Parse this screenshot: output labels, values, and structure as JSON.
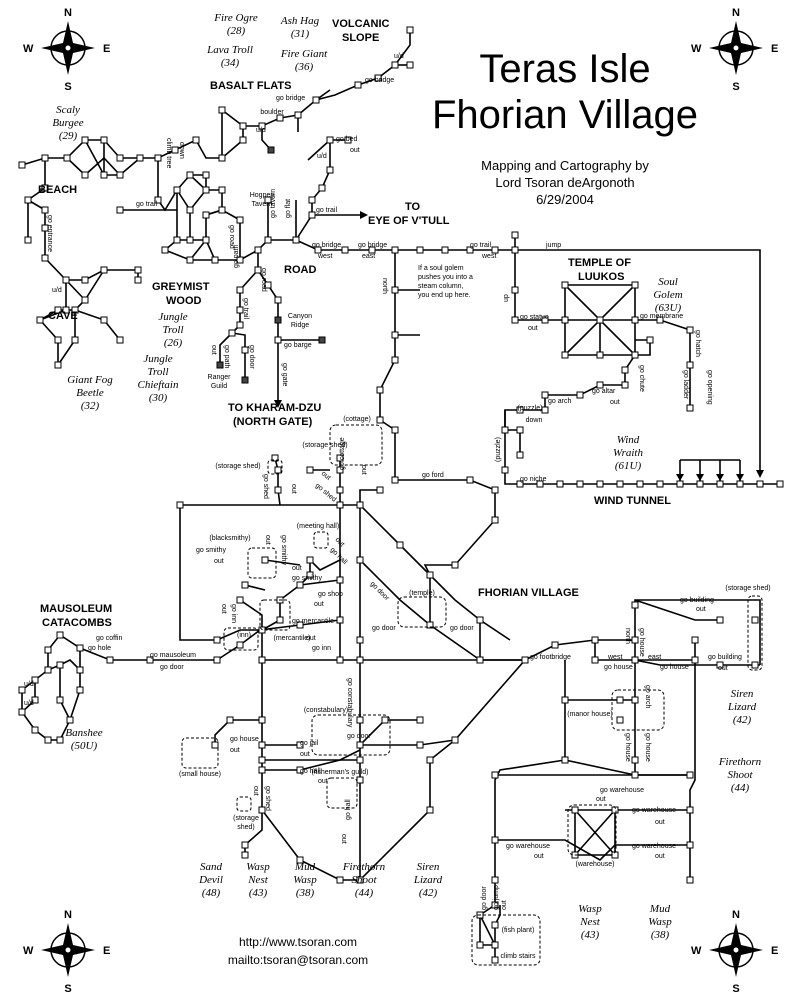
{
  "title": {
    "line1": "Teras Isle",
    "line2": "Fhorian Village"
  },
  "credits": {
    "line1": "Mapping and Cartography by",
    "line2": "Lord Tsoran deArgonoth",
    "date": "6/29/2004"
  },
  "footer": {
    "url": "http://www.tsoran.com",
    "mail": "mailto:tsoran@tsoran.com"
  },
  "compass": {
    "n": "N",
    "s": "S",
    "e": "E",
    "w": "W"
  },
  "colors": {
    "ink": "#000000",
    "paper": "#ffffff"
  },
  "areas": {
    "volcanic_1": "VOLCANIC",
    "volcanic_2": "SLOPE",
    "basalt": "BASALT FLATS",
    "beach": "BEACH",
    "cave": "CAVE",
    "greymist_1": "GREYMIST",
    "greymist_2": "WOOD",
    "road": "ROAD",
    "to_eye_1": "TO",
    "to_eye_2": "EYE OF V'TULL",
    "kharam_1": "TO KHARAM-DZU",
    "kharam_2": "(NORTH GATE)",
    "temple_1": "TEMPLE OF",
    "temple_2": "LUUKOS",
    "wind_tunnel": "WIND TUNNEL",
    "fhorian": "FHORIAN VILLAGE",
    "mausoleum_1": "MAUSOLEUM",
    "mausoleum_2": "CATACOMBS"
  },
  "mobs": {
    "fire_ogre_1": "Fire Ogre",
    "fire_ogre_2": "(28)",
    "ash_hag_1": "Ash Hag",
    "ash_hag_2": "(31)",
    "lava_troll_1": "Lava Troll",
    "lava_troll_2": "(34)",
    "fire_giant_1": "Fire Giant",
    "fire_giant_2": "(36)",
    "scaly_1": "Scaly",
    "scaly_2": "Burgee",
    "scaly_3": "(29)",
    "jungle_troll_1": "Jungle",
    "jungle_troll_2": "Troll",
    "jungle_troll_3": "(26)",
    "chieftain_1": "Jungle",
    "chieftain_2": "Troll",
    "chieftain_3": "Chieftain",
    "chieftain_4": "(30)",
    "fog_beetle_1": "Giant Fog",
    "fog_beetle_2": "Beetle",
    "fog_beetle_3": "(32)",
    "soul_golem_1": "Soul",
    "soul_golem_2": "Golem",
    "soul_golem_3": "(63U)",
    "wind_wraith_1": "Wind",
    "wind_wraith_2": "Wraith",
    "wind_wraith_3": "(61U)",
    "siren_1": "Siren",
    "siren_2": "Lizard",
    "siren_3": "(42)",
    "firethorn_r_1": "Firethorn",
    "firethorn_r_2": "Shoot",
    "firethorn_r_3": "(44)",
    "banshee_1": "Banshee",
    "banshee_2": "(50U)",
    "sand_devil_1": "Sand",
    "sand_devil_2": "Devil",
    "sand_devil_3": "(48)",
    "wasp_nest_b_1": "Wasp",
    "wasp_nest_b_2": "Nest",
    "wasp_nest_b_3": "(43)",
    "mud_wasp_b_1": "Mud",
    "mud_wasp_b_2": "Wasp",
    "mud_wasp_b_3": "(38)",
    "firethorn_b_1": "Firethorn",
    "firethorn_b_2": "Shoot",
    "firethorn_b_3": "(44)",
    "siren_b_1": "Siren",
    "siren_b_2": "Lizard",
    "siren_b_3": "(42)",
    "wasp_nest_r_1": "Wasp",
    "wasp_nest_r_2": "Nest",
    "wasp_nest_r_3": "(43)",
    "mud_wasp_r_1": "Mud",
    "mud_wasp_r_2": "Wasp",
    "mud_wasp_r_3": "(38)"
  },
  "places": {
    "hogpen_1": "Hogpen",
    "hogpen_2": "Tavern",
    "canyon_1": "Canyon",
    "canyon_2": "Ridge",
    "ranger_1": "Ranger",
    "ranger_2": "Guild",
    "boulder": "boulder",
    "cottage": "(cottage)",
    "storage_shed_a": "(storage shed)",
    "storage_shed_b": "(storage shed)",
    "storage_shed_c_1": "(storage",
    "storage_shed_c_2": "shed)",
    "storage_shed_d": "(storage shed)",
    "blacksmithy": "(blacksmithy)",
    "meeting_hall": "(meeting hall)",
    "inn": "(inn)",
    "mercantile": "(mercantile)",
    "temple": "(temple)",
    "constabulary": "(constabulary)",
    "small_house": "(small house)",
    "fishermans_guild": "(fisherman's guild)",
    "manor_house": "(manor house)",
    "warehouse": "(warehouse)",
    "fish_plant": "(fish plant)",
    "climb_stairs": "climb stairs",
    "puzzle_a": "(puzzle)",
    "down": "down",
    "golem_note_1": "If a soul golem",
    "golem_note_2": "pushes you into a",
    "golem_note_3": "steam column,",
    "golem_note_4": "you end up here."
  },
  "labels": {
    "go_bridge_a": "go bridge",
    "ud_a": "u/d",
    "go_bridge_b": "go bridge",
    "ud_b": "u/d",
    "go_bed": "go bed",
    "out_bed": "out",
    "ud_c": "u/d",
    "go_trail_beach": "go trail",
    "climb_tree": "climb tree",
    "down_tree": "down",
    "go_entrance": "go entrance",
    "ud_cave": "u/d",
    "go_trail_eye": "go trail",
    "go_road": "go road",
    "go_tavern": "go tavern",
    "go_flat": "go flat",
    "go_bridge_r1": "go bridge",
    "west_r1": "west",
    "go_bridge_r2": "go bridge",
    "east_r2": "east",
    "go_trail_r": "go trail",
    "west_r3": "west",
    "jump": "jump",
    "go_path": "go path",
    "go_road_b": "go road",
    "go_trail_c": "go trail",
    "out_c": "out",
    "go_path_c": "go path",
    "go_door_c": "go door",
    "go_barge": "go barge",
    "go_gate": "go gate",
    "north": "north",
    "up": "up",
    "go_statue": "go statue",
    "out_statue": "out",
    "go_membrane": "go membrane",
    "go_hatch": "go hatch",
    "go_opening": "go opening",
    "go_ladder": "go ladder",
    "go_chute": "go chute",
    "go_altar": "go altar",
    "out_altar": "out",
    "go_arch": "go arch",
    "puzzle_b": "(puzzle)",
    "go_niche": "go niche",
    "go_ford": "go ford",
    "go_cottage": "go cottage",
    "out_cottage": "out",
    "go_shed_a": "go shed",
    "out_shed_a": "out",
    "go_shed_b": "go shed",
    "out_shed_b": "out",
    "go_smithy": "go smithy",
    "out_smithy": "out",
    "go_smithy2": "go smithy",
    "out_smithy2": "out",
    "go_hall": "go hall",
    "out_hall": "out",
    "go_shop": "go shop",
    "out_shop": "out",
    "go_mercantile": "go mercantile",
    "out_merc": "out",
    "go_inn": "go inn",
    "out_inn": "out",
    "go_inn2": "go inn",
    "go_door_t": "go door",
    "go_door_t2": "go door",
    "go_door_t3": "go door",
    "go_mausoleum": "go mausoleum",
    "go_door_m": "go door",
    "go_coffin": "go coffin",
    "go_hole": "go hole",
    "ud_m1": "u/d",
    "ud_m2": "u/d",
    "go_constabulary": "go constabulary",
    "go_door_con": "go door",
    "go_jail": "go jail",
    "out_jail": "out",
    "go_house": "go house",
    "out_house": "out",
    "go_hall_f": "go hall",
    "out_hall_f": "out",
    "go_shed_f": "go shed",
    "go_hall2": "go hall",
    "out_hall2": "out",
    "go_footbridge": "go footbridge",
    "west_f": "west",
    "east_f": "east",
    "go_building": "go building",
    "out_building": "out",
    "go_building2": "go building",
    "out_building2": "out",
    "go_house_m": "go house",
    "go_house_m2": "go house",
    "go_house_m3": "go house",
    "north_m": "north",
    "go_arch_m": "go arch",
    "go_house_v": "go house",
    "go_house_v2": "go house",
    "go_warehouse_a": "go warehouse",
    "out_wa": "out",
    "go_warehouse_b": "go warehouse",
    "out_wb": "out",
    "go_warehouse_c": "go warehouse",
    "out_wc": "out",
    "go_warehouse_d": "go warehouse",
    "out_wd": "out",
    "go_door_fp": "go door",
    "go_jump_fp": "go jump",
    "out_fp": "out"
  }
}
